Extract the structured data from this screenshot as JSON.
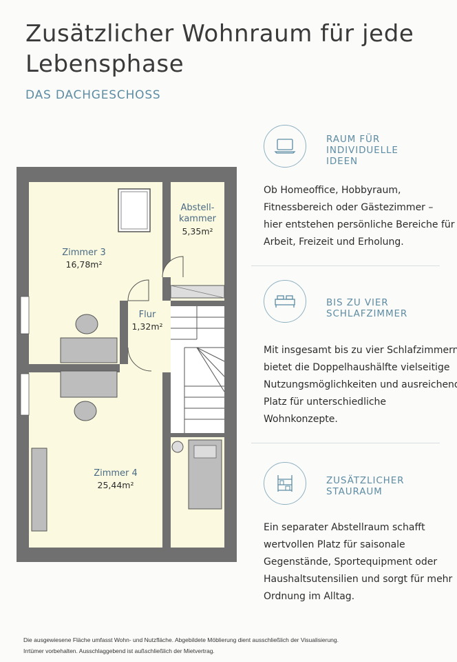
{
  "header": {
    "title_line1": "Zusätzlicher Wohnraum für jede",
    "title_line2": "Lebensphase",
    "subtitle": "DAS DACHGESCHOSS"
  },
  "floorplan": {
    "rooms": [
      {
        "name": "Zimmer 3",
        "area": "16,78m²"
      },
      {
        "name_line1": "Abstell-",
        "name_line2": "kammer",
        "area": "5,35m²"
      },
      {
        "name": "Flur",
        "area": "1,32m²"
      },
      {
        "name": "Zimmer 4",
        "area": "25,44m²"
      }
    ]
  },
  "features": [
    {
      "icon": "laptop-icon",
      "heading": [
        "RAUM FÜR",
        "INDIVIDUELLE",
        "IDEEN"
      ],
      "text": [
        "Ob Homeoffice, Hobbyraum,",
        "Fitnessbereich oder Gästezimmer –",
        "hier entstehen persönliche Bereiche für",
        "Arbeit, Freizeit und Erholung."
      ]
    },
    {
      "icon": "bed-icon",
      "heading": [
        "BIS ZU VIER",
        "SCHLAFZIMMER"
      ],
      "text": [
        "Mit insgesamt bis zu vier Schlafzimmern",
        "bietet die Doppelhaushälfte vielseitige",
        "Nutzungsmöglichkeiten und ausreichend",
        "Platz für unterschiedliche",
        "Wohnkonzepte."
      ]
    },
    {
      "icon": "shelf-icon",
      "heading": [
        "ZUSÄTZLICHER",
        "STAURAUM"
      ],
      "text": [
        "Ein separater Abstellraum schafft",
        "wertvollen Platz für saisonale",
        "Gegenstände, Sportequipment oder",
        "Haushaltsutensilien und sorgt für mehr",
        "Ordnung im Alltag."
      ]
    }
  ],
  "footnote": {
    "line1": "Die ausgewiesene Fläche umfasst Wohn- und Nutzfläche.  Abgebildete Möblierung dient ausschließlich der Visualisierung.",
    "line2": "Irrtümer vorbehalten. Ausschlaggebend ist außschließlich der Mietvertrag."
  },
  "colors": {
    "accent": "#5d8ca3",
    "room_fill": "#fbfae0",
    "wall": "#6b6b6b"
  }
}
